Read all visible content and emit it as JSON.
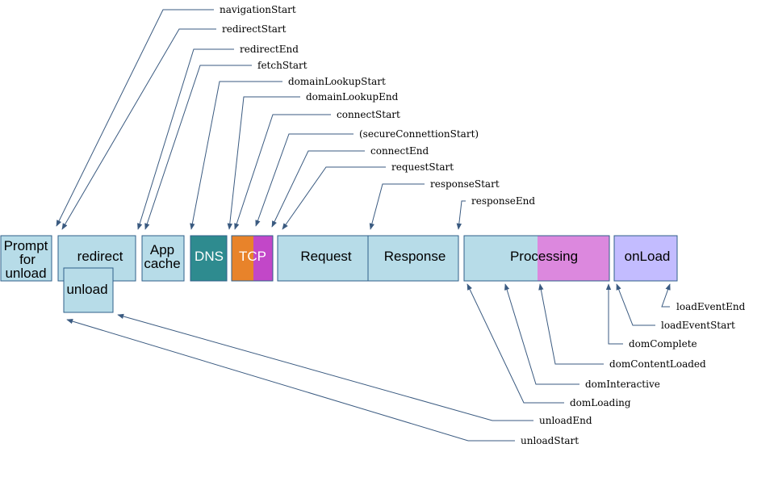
{
  "colors": {
    "light_blue": "#b7dce8",
    "teal": "#2e8b8f",
    "orange": "#e8832a",
    "magenta": "#c247c8",
    "pink": "#dc88de",
    "lavender": "#c3bcff",
    "arrow": "#3a5a80"
  },
  "boxes": {
    "prompt_for_unload": {
      "lines": [
        "Prompt",
        "for",
        "unload"
      ]
    },
    "redirect": {
      "label": "redirect"
    },
    "unload": {
      "label": "unload"
    },
    "app_cache": {
      "lines": [
        "App",
        "cache"
      ]
    },
    "dns": {
      "label": "DNS"
    },
    "tcp": {
      "label": "TCP"
    },
    "request": {
      "label": "Request"
    },
    "response": {
      "label": "Response"
    },
    "processing": {
      "label": "Processing"
    },
    "onload": {
      "label": "onLoad"
    }
  },
  "events_top": {
    "navigation_start": "navigationStart",
    "redirect_start": "redirectStart",
    "redirect_end": "redirectEnd",
    "fetch_start": "fetchStart",
    "domain_lookup_start": "domainLookupStart",
    "domain_lookup_end": "domainLookupEnd",
    "connect_start": "connectStart",
    "secure_connection_start": "(secureConnettionStart)",
    "connect_end": "connectEnd",
    "request_start": "requestStart",
    "response_start": "responseStart",
    "response_end": "responseEnd"
  },
  "events_bottom": {
    "load_event_end": "loadEventEnd",
    "load_event_start": "loadEventStart",
    "dom_complete": "domComplete",
    "dom_content_loaded": "domContentLoaded",
    "dom_interactive": "domInteractive",
    "dom_loading": "domLoading",
    "unload_end": "unloadEnd",
    "unload_start": "unloadStart"
  }
}
